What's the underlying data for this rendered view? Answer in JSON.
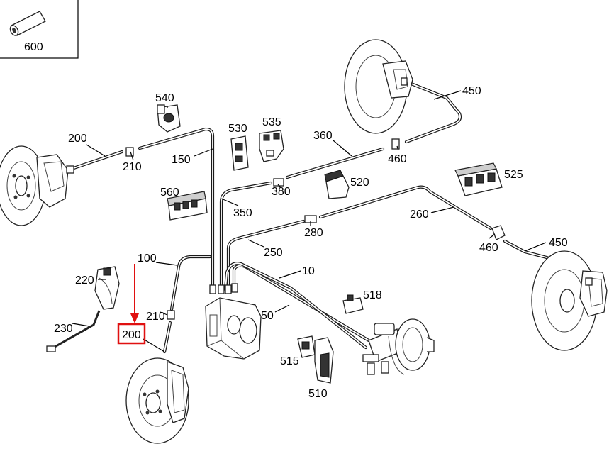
{
  "labels": {
    "p600": "600",
    "p540": "540",
    "p530": "530",
    "p535": "535",
    "p450a": "450",
    "p200a": "200",
    "p210a": "210",
    "p150": "150",
    "p360": "360",
    "p460a": "460",
    "p525": "525",
    "p560": "560",
    "p380": "380",
    "p520": "520",
    "p350": "350",
    "p260": "260",
    "p280": "280",
    "p460b": "460",
    "p450b": "450",
    "p250": "250",
    "p100": "100",
    "p10": "10",
    "p220": "220",
    "p518": "518",
    "p210b": "210",
    "p50": "50",
    "p230": "230",
    "p200b": "200",
    "p515": "515",
    "p510": "510"
  },
  "highlight": {
    "color": "#e01010",
    "target": "200"
  }
}
